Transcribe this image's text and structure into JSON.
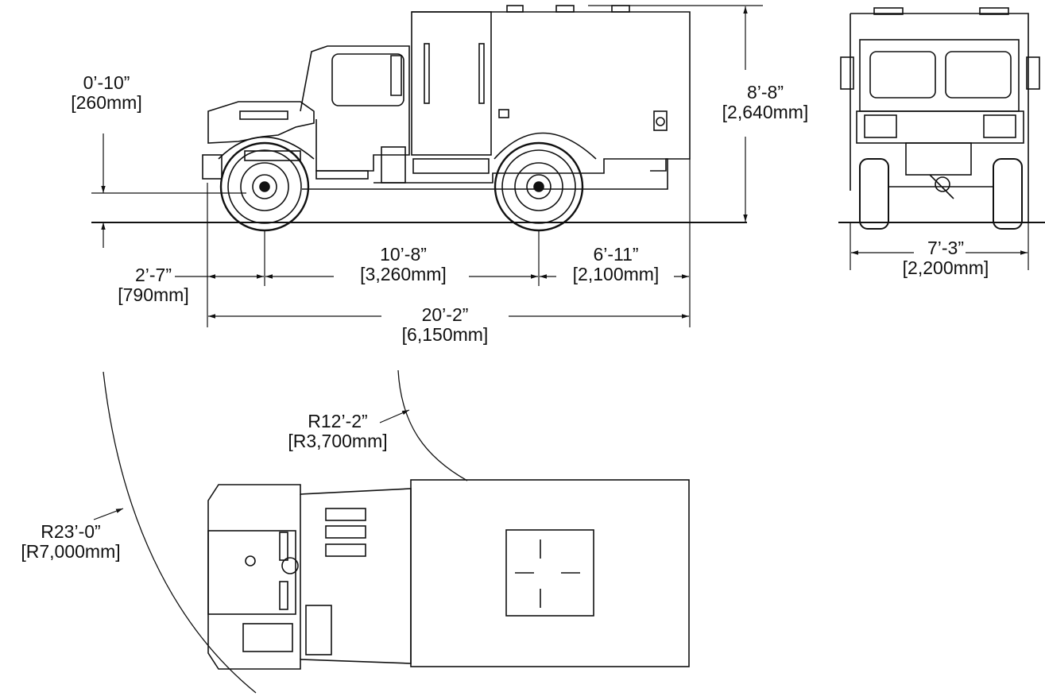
{
  "dimensions": {
    "ground_clearance": {
      "imperial": "0’-10”",
      "metric": "[260mm]"
    },
    "overall_height": {
      "imperial": "8’-8”",
      "metric": "[2,640mm]"
    },
    "front_overhang": {
      "imperial": "2’-7”",
      "metric": "[790mm]"
    },
    "wheelbase": {
      "imperial": "10’-8”",
      "metric": "[3,260mm]"
    },
    "rear_overhang": {
      "imperial": "6’-11”",
      "metric": "[2,100mm]"
    },
    "overall_length": {
      "imperial": "20’-2”",
      "metric": "[6,150mm]"
    },
    "overall_width": {
      "imperial": "7’-3”",
      "metric": "[2,200mm]"
    },
    "inner_turning_radius": {
      "imperial": "R12’-2”",
      "metric": "[R3,700mm]"
    },
    "outer_turning_radius": {
      "imperial": "R23’-0”",
      "metric": "[R7,000mm]"
    }
  }
}
